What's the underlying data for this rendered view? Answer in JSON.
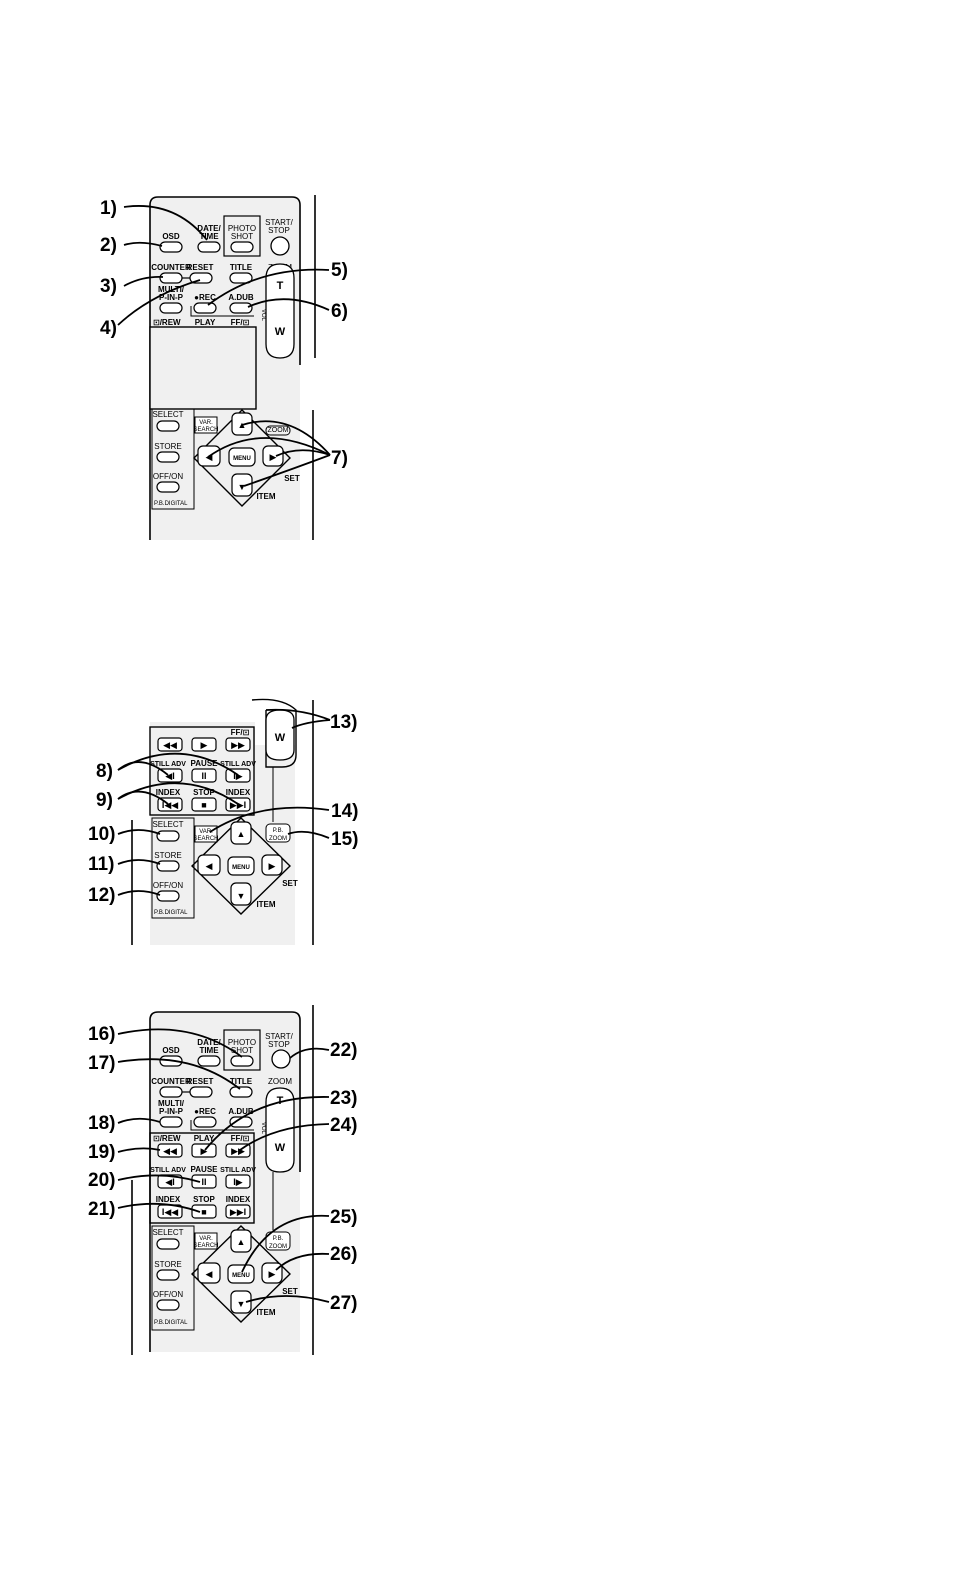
{
  "colors": {
    "panel": "#f0f0f0",
    "ink": "#000000",
    "paper": "#ffffff"
  },
  "remote": {
    "osd": "OSD",
    "date_time_1": "DATE/",
    "date_time_2": "TIME",
    "photo_shot_1": "PHOTO",
    "photo_shot_2": "SHOT",
    "start_stop_1": "START/",
    "start_stop_2": "STOP",
    "counter": "COUNTER",
    "reset": "RESET",
    "title": "TITLE",
    "zoom": "ZOOM",
    "multi_1": "MULTI/",
    "multi_2": "P-IN-P",
    "rec": "●REC",
    "a_dub": "A.DUB",
    "tele": "T",
    "wide": "W",
    "vol": "VOL",
    "rew": "⊡/REW",
    "play": "PLAY",
    "ff": "FF/⊡",
    "still_adv": "STILL ADV",
    "pause": "PAUSE",
    "index": "INDEX",
    "stop": "STOP",
    "select": "SELECT",
    "store": "STORE",
    "off_on": "OFF/ON",
    "pb_digital": "P.B.DIGITAL",
    "var_search_1": "VAR.",
    "var_search_2": "SEARCH",
    "pb_zoom_1": "P.B.",
    "pb_zoom_2": "ZOOM",
    "menu": "MENU",
    "set": "SET",
    "item": "ITEM",
    "sym_rew": "◀◀",
    "sym_play": "▶",
    "sym_ff": "▶▶",
    "sym_still_back": "◀I",
    "sym_pause": "II",
    "sym_still_fwd": "I▶",
    "sym_index_back": "I◀◀",
    "sym_stop": "■",
    "sym_index_fwd": "▶▶I",
    "sym_up": "▲",
    "sym_down": "▼",
    "sym_left": "◀",
    "sym_right": "▶"
  },
  "callouts": {
    "c1": "1)",
    "c2": "2)",
    "c3": "3)",
    "c4": "4)",
    "c5": "5)",
    "c6": "6)",
    "c7": "7)",
    "c8": "8)",
    "c9": "9)",
    "c10": "10)",
    "c11": "11)",
    "c12": "12)",
    "c13": "13)",
    "c14": "14)",
    "c15": "15)",
    "c16": "16)",
    "c17": "17)",
    "c18": "18)",
    "c19": "19)",
    "c20": "20)",
    "c21": "21)",
    "c22": "22)",
    "c23": "23)",
    "c24": "24)",
    "c25": "25)",
    "c26": "26)",
    "c27": "27)"
  }
}
